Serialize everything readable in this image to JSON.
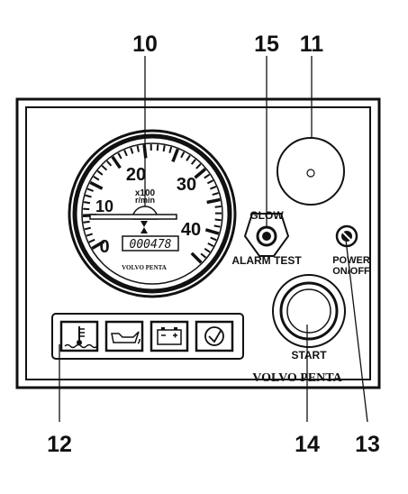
{
  "callouts": {
    "tachometer": "10",
    "alarm_test": "15",
    "blank_plug": "11",
    "warning_lamps": "12",
    "start_button": "14",
    "power_switch": "13"
  },
  "tachometer": {
    "scale_labels": [
      "0",
      "10",
      "20",
      "30",
      "40"
    ],
    "unit_multiplier": "x100",
    "unit": "r/min",
    "hour_counter": "000478",
    "brand": "VOLVO PENTA"
  },
  "labels": {
    "glow": "GLOW",
    "alarm_test": "ALARM TEST",
    "power_line1": "POWER",
    "power_line2": "ON/OFF",
    "start": "START",
    "panel_brand": "VOLVO PENTA"
  },
  "warning_lamps": [
    {
      "name": "coolant-temperature-icon"
    },
    {
      "name": "oil-pressure-icon"
    },
    {
      "name": "battery-charging-icon"
    },
    {
      "name": "sail-drive-warning-icon"
    }
  ]
}
